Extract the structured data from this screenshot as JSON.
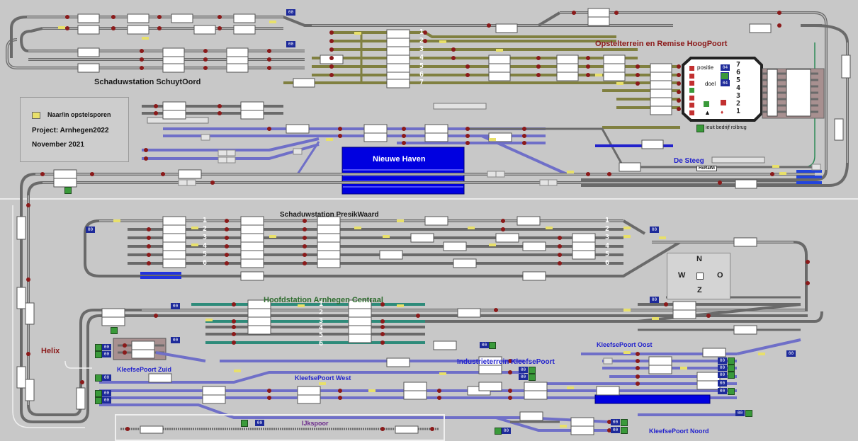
{
  "layout_title": "Opstelterrein en Remise HoogPoort",
  "stations": {
    "schuytoord": "Schaduwstation SchuytOord",
    "presikwaard": "Schaduwstation PresikWaard",
    "hoofdstation": "Hoofdstation Arnhegen Centraal",
    "nieuwe_haven": "Nieuwe Haven",
    "de_steeg": "De Steeg",
    "helix": "Helix",
    "kleefsepoort_zuid": "KleefsePoort Zuid",
    "kleefsepoort_west": "KleefsePoort West",
    "kleefsepoort_oost": "KleefsePoort Oost",
    "kleefsepoort_noord": "KleefsePoort Noord",
    "industrieterrein": "Industrieterrein KleefsePoort",
    "ijkspoor": "IJkspoor"
  },
  "info": {
    "legend": "Naar/in opstelsporen",
    "project": "Project:  Arnhegen2022",
    "date": "November 2021"
  },
  "remise": {
    "positie_label": "positie",
    "doel_label": "doel",
    "positie_value": "04",
    "doel_value": "04",
    "track_numbers": [
      "7",
      "6",
      "5",
      "4",
      "3",
      "2",
      "1"
    ],
    "sign_label": "HoRaWi"
  },
  "bedrijf": {
    "label": "ieuit bedrijf rolbrug"
  },
  "track_numbers_hoogpoort": [
    "1",
    "2",
    "3",
    "4",
    "5",
    "6",
    "7"
  ],
  "track_numbers_presik": [
    "1",
    "2",
    "3",
    "4",
    "5",
    "6"
  ],
  "track_numbers_centraal": [
    "1",
    "2",
    "3",
    "4",
    "5",
    "6"
  ],
  "compass": {
    "n": "N",
    "z": "Z",
    "w": "W",
    "o": "O"
  },
  "badges": [
    "00",
    "00",
    "00",
    "00",
    "00",
    "00",
    "00",
    "00",
    "00",
    "00",
    "00",
    "00",
    "00",
    "00",
    "00",
    "00",
    "00",
    "00",
    "00",
    "00",
    "00",
    "00",
    "00",
    "00",
    "00",
    "00",
    "00",
    "00",
    "00",
    "00",
    "00"
  ],
  "colors": {
    "background": "#c8c8c8",
    "track_gray": "#7a7a7a",
    "track_olive": "#808040",
    "track_blue": "#6f6fc8",
    "track_teal": "#2e8b7a",
    "harbor_blue": "#0000e0",
    "station_title_red": "#8b1a1a",
    "station_title_green": "#2f6d2f",
    "kleefse_blue": "#2222cc"
  }
}
